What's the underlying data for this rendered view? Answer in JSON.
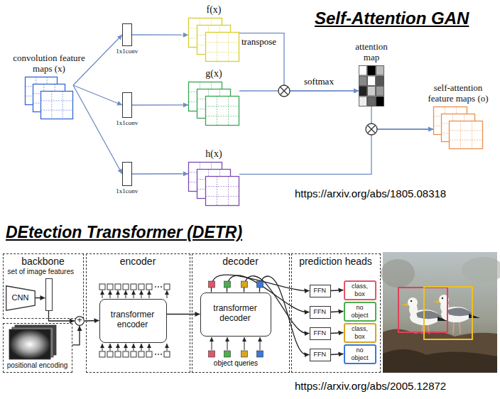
{
  "diagram": {
    "nodes": [
      {
        "text": [
          "convolution feature maps (x)"
        ]
      },
      {
        "text": [
          "1x1conv"
        ]
      },
      {
        "text": [
          "1x1conv"
        ]
      },
      {
        "text": [
          "1x1conv"
        ]
      },
      {
        "text": [
          "f(x)"
        ]
      },
      {
        "text": [
          "g(x)"
        ]
      },
      {
        "text": [
          "h(x)"
        ]
      },
      {
        "text": [
          "attention map"
        ]
      },
      {
        "text": [
          "self-attention feature maps (o)"
        ]
      },
      {
        "text": [
          "backbone"
        ]
      },
      {
        "text": [
          "set of image features"
        ],
        "in": 9
      },
      {
        "text": [
          "CNN"
        ],
        "in": 9
      },
      {
        "text": [
          "positional encoding"
        ]
      },
      {
        "text": [
          "+"
        ]
      },
      {
        "text": [
          "encoder"
        ]
      },
      {
        "text": [
          "transformer encoder"
        ],
        "in": 14
      },
      {
        "text": [
          "decoder"
        ]
      },
      {
        "text": [
          "transformer decoder"
        ],
        "in": 16
      },
      {
        "text": [
          "prediction heads"
        ]
      },
      {
        "text": [
          "FFN"
        ],
        "in": 18
      },
      {
        "text": [
          "class, box"
        ],
        "in": 18
      },
      {
        "text": [
          "FFN"
        ],
        "in": 18
      },
      {
        "text": [
          "no object"
        ],
        "in": 18
      },
      {
        "text": [
          "FFN"
        ],
        "in": 18
      },
      {
        "text": [
          "class, box"
        ],
        "in": 18
      },
      {
        "text": [
          "FFN"
        ],
        "in": 18
      },
      {
        "text": [
          "no object"
        ],
        "in": 18
      }
    ],
    "edges": [
      {
        "from": 0,
        "to": 1,
        "arrow": "to"
      },
      {
        "from": 0,
        "to": 2,
        "arrow": "to"
      },
      {
        "from": 0,
        "to": 3,
        "arrow": "to"
      },
      {
        "from": 1,
        "to": 4,
        "arrow": "to"
      },
      {
        "from": 2,
        "to": 5,
        "arrow": "to"
      },
      {
        "from": 3,
        "to": 6,
        "arrow": "to"
      },
      {
        "from": 4,
        "to": 7,
        "arrow": "to"
      },
      {
        "from": 5,
        "to": 7,
        "arrow": "to"
      },
      {
        "from": 7,
        "to": 8,
        "arrow": "to"
      },
      {
        "from": 6,
        "to": 8,
        "arrow": "to"
      },
      {
        "from": 11,
        "to": 10,
        "arrow": "to"
      },
      {
        "from": 10,
        "to": 13,
        "arrow": "to"
      },
      {
        "from": 12,
        "to": 13,
        "arrow": "to"
      },
      {
        "from": 13,
        "to": 15,
        "arrow": "to"
      },
      {
        "from": 15,
        "to": 17,
        "arrow": "to"
      },
      {
        "from": 17,
        "to": 19,
        "arrow": "to"
      },
      {
        "from": 17,
        "to": 21,
        "arrow": "to"
      },
      {
        "from": 17,
        "to": 23,
        "arrow": "to"
      },
      {
        "from": 17,
        "to": 25,
        "arrow": "to"
      },
      {
        "from": 19,
        "to": 20,
        "arrow": "to"
      },
      {
        "from": 21,
        "to": 22,
        "arrow": "to"
      },
      {
        "from": 23,
        "to": 24,
        "arrow": "to"
      },
      {
        "from": 25,
        "to": 26,
        "arrow": "to"
      }
    ],
    "labels": [
      "Self-Attention GAN",
      "transpose",
      "softmax",
      "https://arxiv.org/abs/1805.08318",
      "DEtection Transformer (DETR)",
      "object queries",
      "https://arxiv.org/abs/2005.12872"
    ]
  }
}
